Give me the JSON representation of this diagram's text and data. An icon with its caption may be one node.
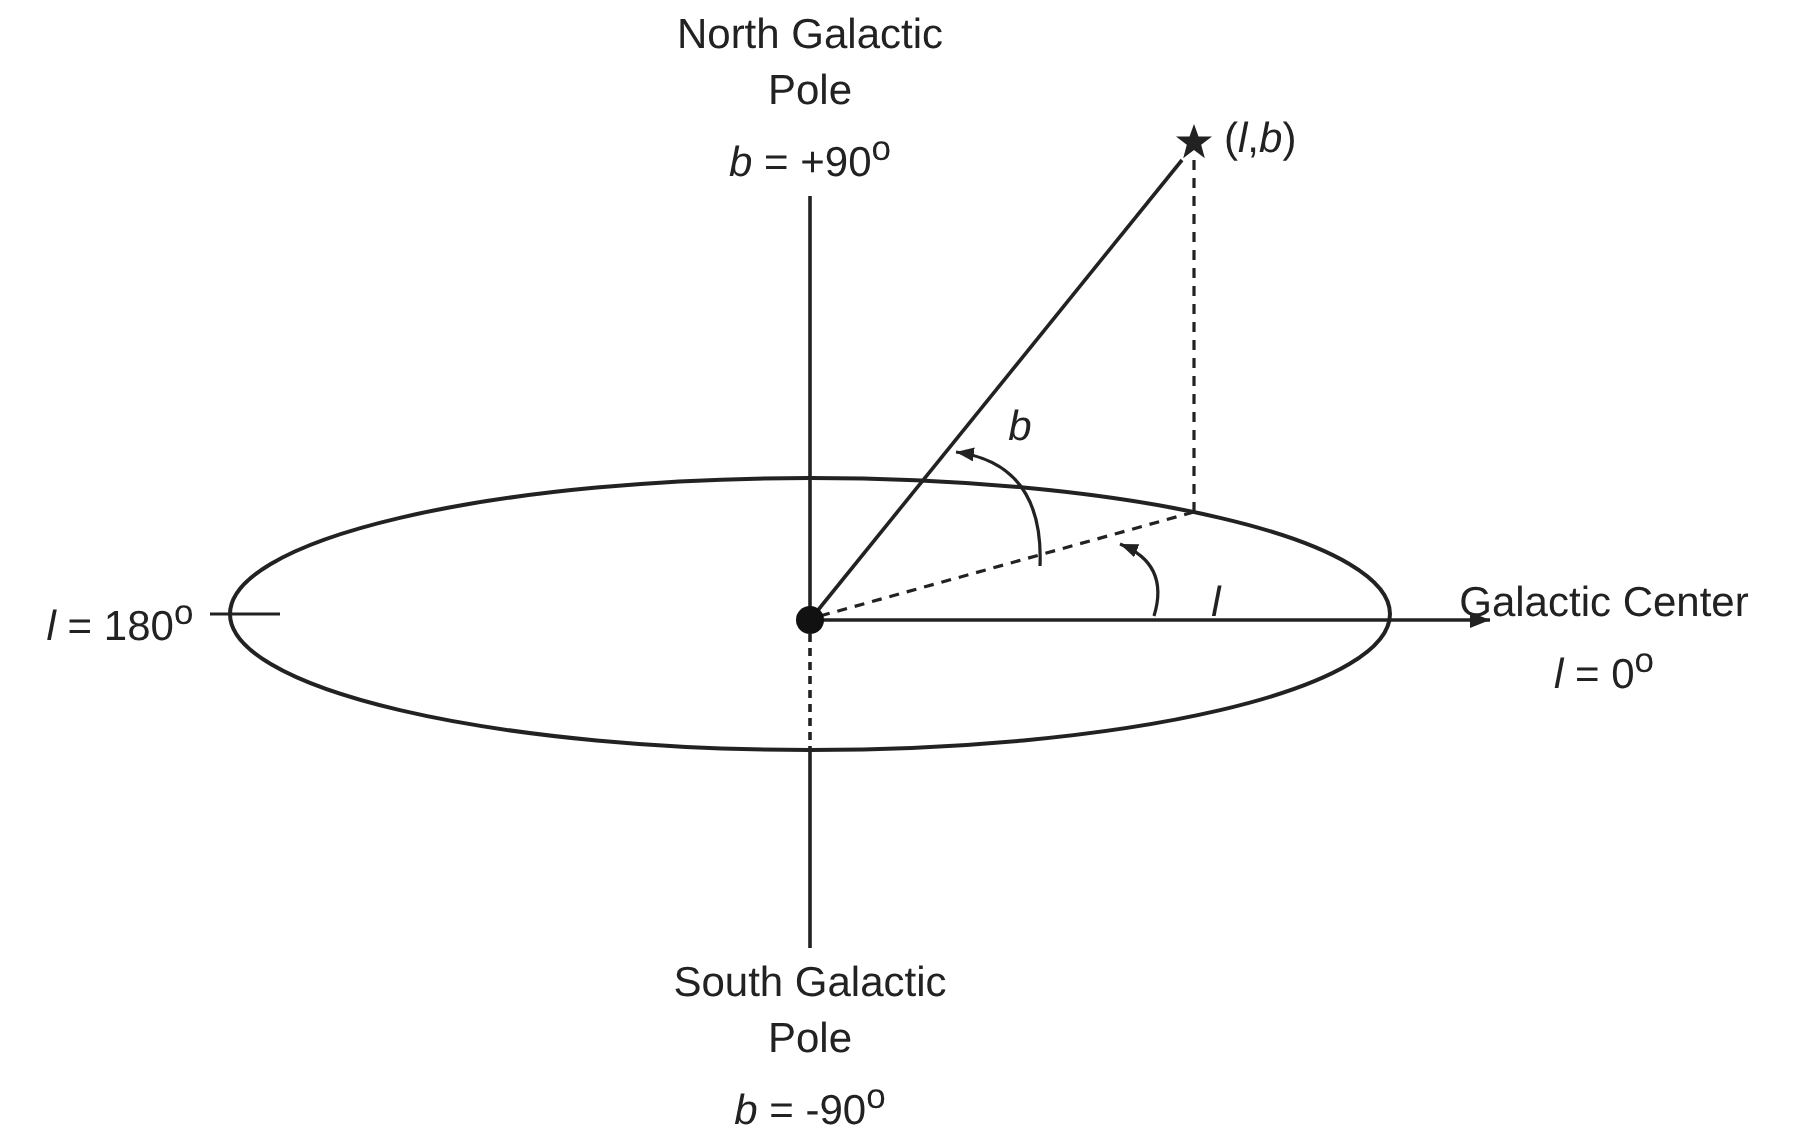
{
  "diagram": {
    "nodes": [
      {
        "text": [
          "North Galactic Pole",
          "*b* = +90$^{o}$"
        ]
      },
      {
        "text": [],
        "shape": "star",
        "beside": [
          "(*l*,*b*)"
        ]
      },
      {
        "text": [],
        "shape": "circle"
      },
      {
        "text": [
          "Galactic Center",
          "*l* = 0$^{o}$"
        ]
      },
      {
        "text": [
          "South Galactic Pole",
          "*b* = -90$^{o}$"
        ]
      }
    ],
    "edges": [
      {
        "from": 2,
        "to": 0,
        "arrow": "none"
      },
      {
        "from": 2,
        "to": 1,
        "arrow": "none"
      },
      {
        "from": 2,
        "to": 3,
        "arrow": "to"
      },
      {
        "from": 2,
        "to": 4,
        "arrow": "none",
        "style": "dashed"
      }
    ],
    "labels": [
      "b",
      "*l* = 180$^{o}$",
      "l"
    ]
  }
}
